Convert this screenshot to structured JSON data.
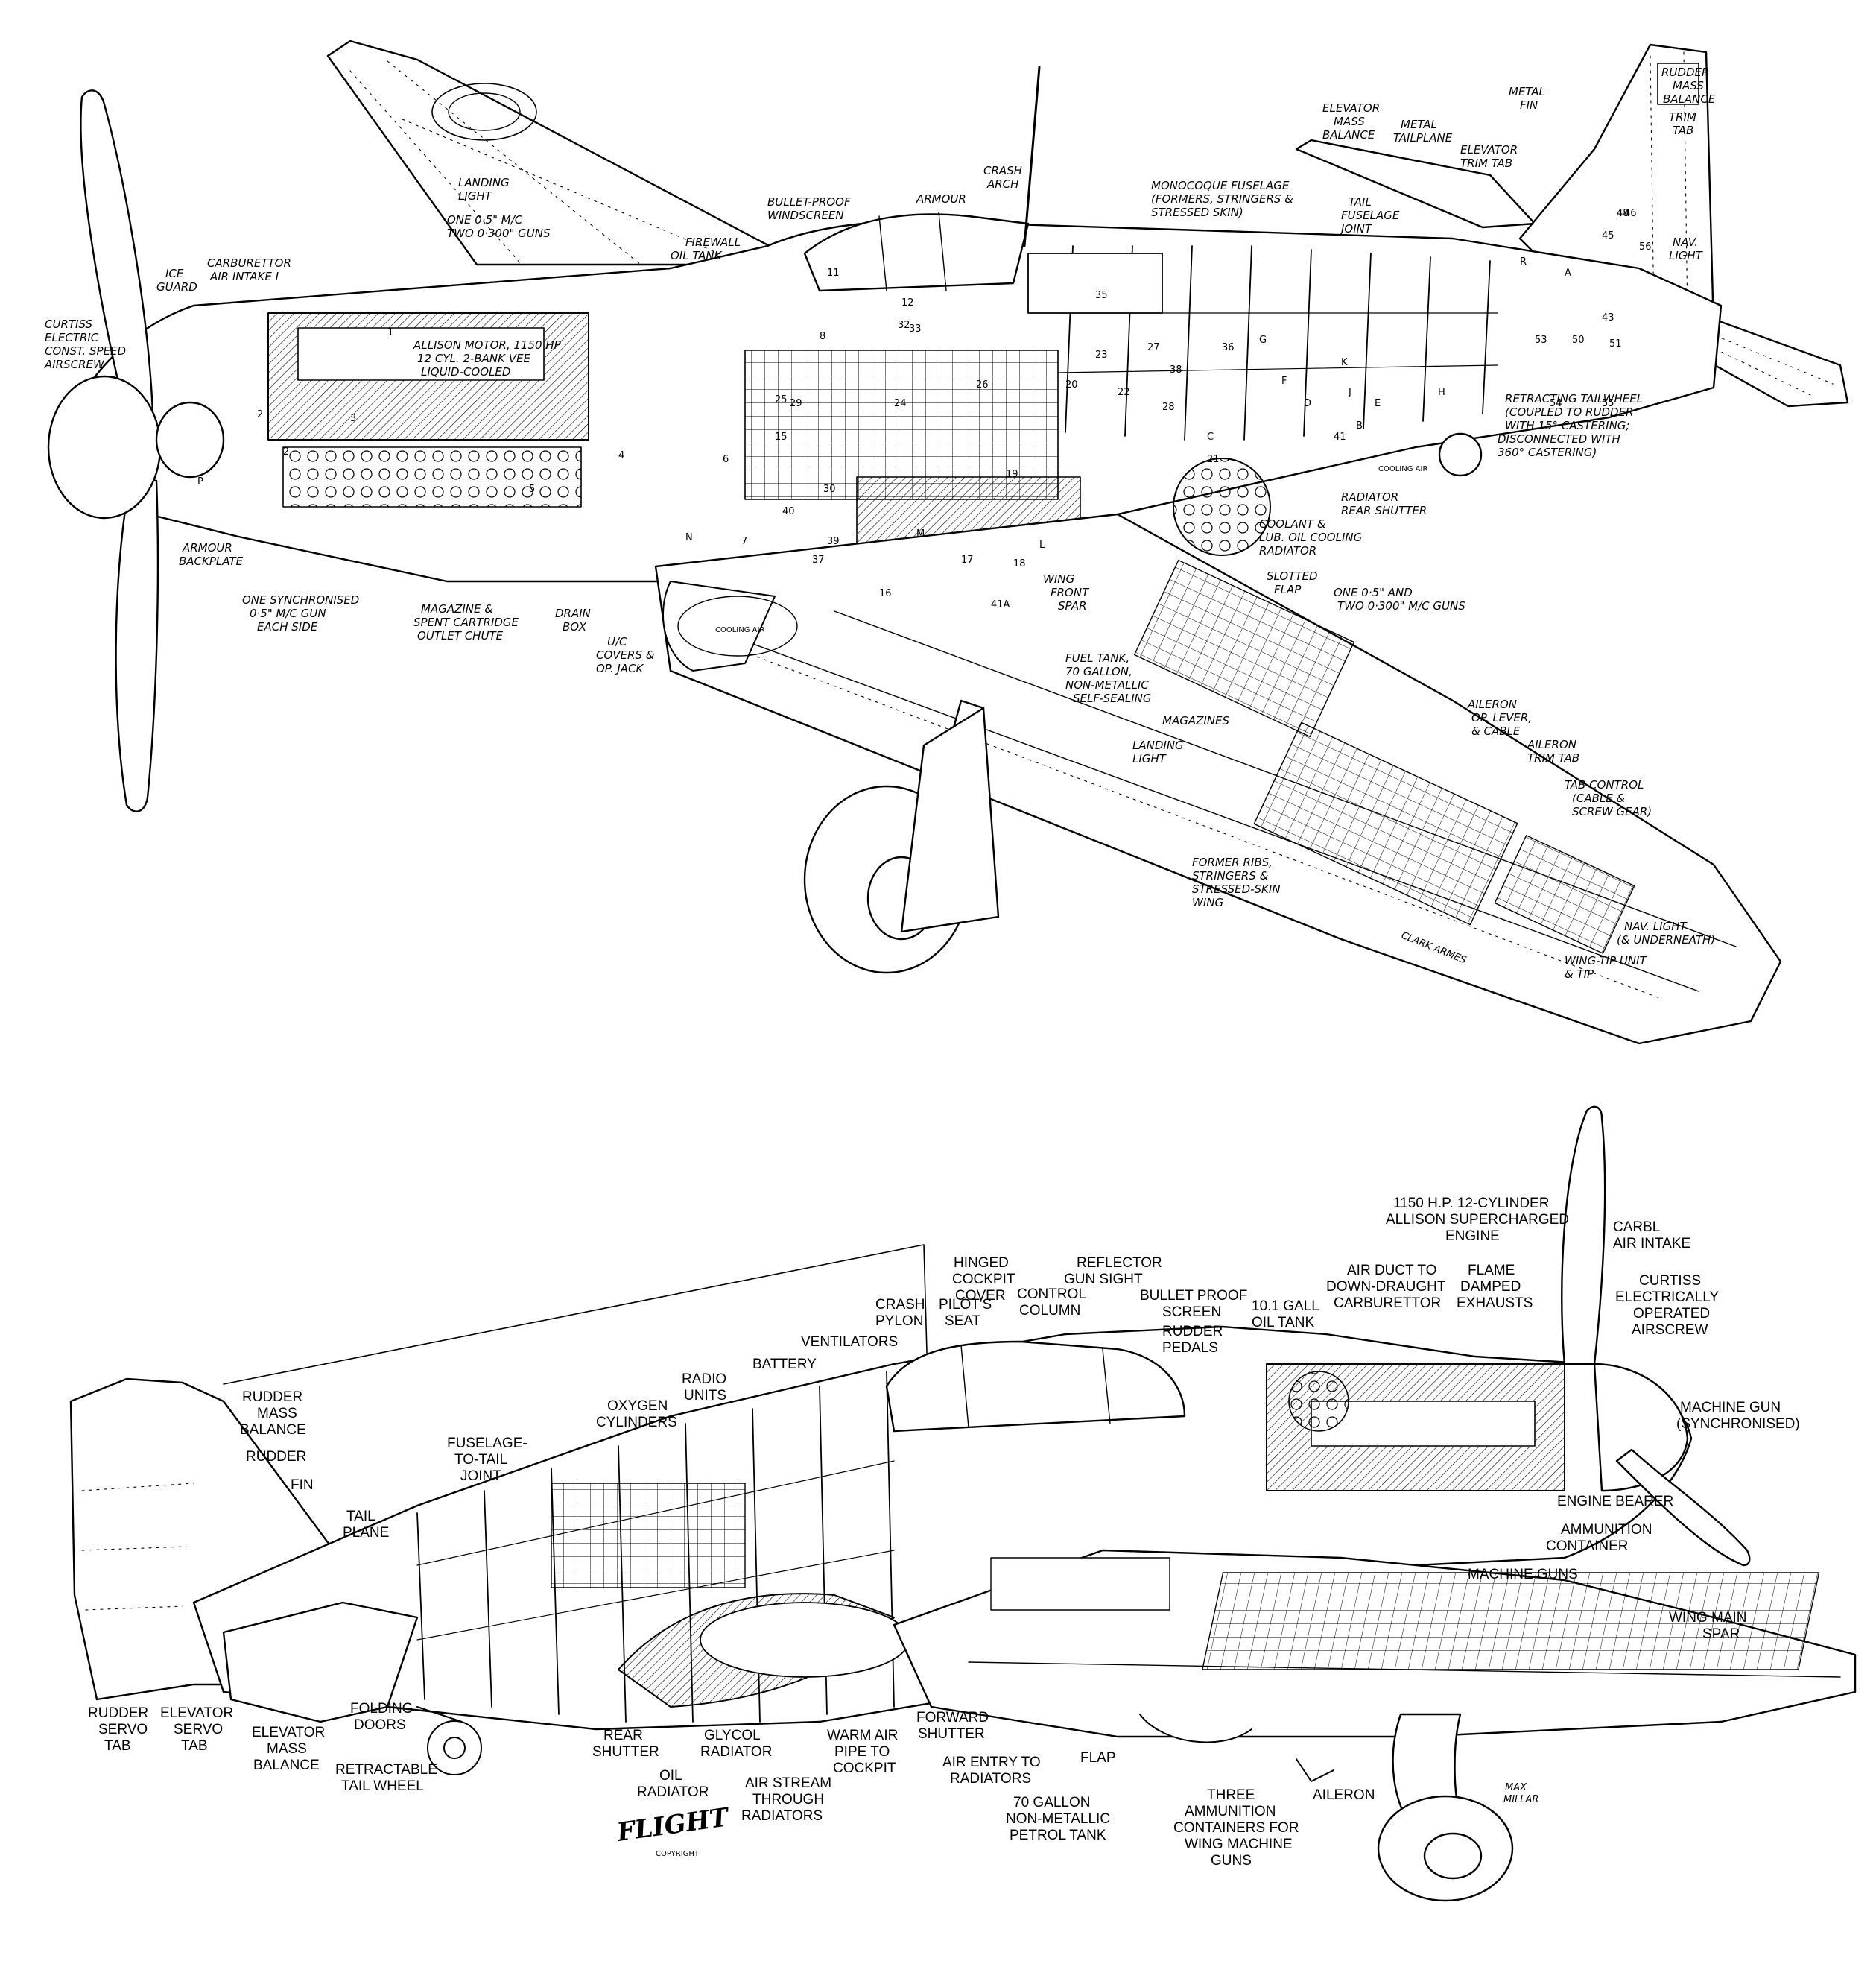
{
  "colors": {
    "ink": "#000000",
    "paper": "#ffffff",
    "shade": "#d9d9d9"
  },
  "top": {
    "labels": [
      "CURTISS",
      "ELECTRIC",
      "CONST. SPEED",
      "AIRSCREW",
      "ICE",
      "GUARD",
      "CARBURETTOR",
      "AIR INTAKE I",
      "LANDING",
      "LIGHT",
      "ONE 0·5\" M/C",
      "TWO 0·300\" GUNS",
      "ALLISON MOTOR, 1150 HP",
      "12 CYL. 2-BANK VEE",
      "LIQUID-COOLED",
      "FIREWALL",
      "OIL TANK",
      "BULLET-PROOF",
      "WINDSCREEN",
      "CRASH",
      "ARCH",
      "ARMOUR",
      "MONOCOQUE FUSELAGE",
      "(FORMERS, STRINGERS &",
      "STRESSED SKIN)",
      "TAIL",
      "FUSELAGE",
      "JOINT",
      "ELEVATOR",
      "MASS",
      "BALANCE",
      "METAL",
      "TAILPLANE",
      "ELEVATOR",
      "TRIM TAB",
      "METAL",
      "FIN",
      "RUDDER",
      "MASS",
      "BALANCE",
      "TRIM",
      "TAB",
      "NAV.",
      "LIGHT",
      "RETRACTING TAILWHEEL",
      "(COUPLED TO RUDDER",
      "WITH 15° CASTERING;",
      "DISCONNECTED WITH",
      "360° CASTERING)",
      "RADIATOR",
      "REAR SHUTTER",
      "COOLANT &",
      "LUB. OIL COOLING",
      "RADIATOR",
      "SLOTTED",
      "FLAP",
      "ONE 0·5\" AND",
      "TWO 0·300\" M/C GUNS",
      "ARMOUR",
      "BACKPLATE",
      "ONE SYNCHRONISED",
      "0·5\" M/C GUN",
      "EACH SIDE",
      "MAGAZINE &",
      "SPENT CARTRIDGE",
      "OUTLET CHUTE",
      "DRAIN",
      "BOX",
      "U/C",
      "COVERS &",
      "OP. JACK",
      "WING",
      "FRONT",
      "SPAR",
      "FUEL TANK,",
      "70 GALLON,",
      "NON-METALLIC",
      "SELF-SEALING",
      "MAGAZINES",
      "LANDING",
      "LIGHT",
      "AILERON",
      "OP. LEVER,",
      "& CABLE",
      "AILERON",
      "TRIM TAB",
      "TAB CONTROL",
      "(CABLE &",
      "SCREW GEAR)",
      "FORMER RIBS,",
      "STRINGERS &",
      "STRESSED-SKIN",
      "WING",
      "NAV. LIGHT",
      "(& UNDERNEATH)",
      "WING-TIP UNIT",
      "& TIP",
      "COOLING AIR",
      "COOLING AIR",
      "CLARK ARMES"
    ],
    "parts": [
      "1",
      "2",
      "2",
      "3",
      "4",
      "5",
      "6",
      "7",
      "8",
      "11",
      "12",
      "15",
      "16",
      "17",
      "18",
      "19",
      "20",
      "21",
      "22",
      "23",
      "24",
      "25",
      "26",
      "27",
      "28",
      "29",
      "30",
      "32",
      "33",
      "35",
      "36",
      "37",
      "38",
      "39",
      "40",
      "41",
      "41A",
      "43",
      "45",
      "46",
      "48",
      "50",
      "51",
      "53",
      "54",
      "55",
      "56",
      "A",
      "B",
      "C",
      "D",
      "E",
      "F",
      "G",
      "H",
      "J",
      "K",
      "L",
      "M",
      "N",
      "P",
      "R"
    ]
  },
  "bottom": {
    "labels": [
      "RUDDER",
      "MASS",
      "BALANCE",
      "RUDDER",
      "FIN",
      "TAIL",
      "PLANE",
      "FUSELAGE-",
      "TO-TAIL",
      "JOINT",
      "OXYGEN",
      "CYLINDERS",
      "RADIO",
      "UNITS",
      "BATTERY",
      "VENTILATORS",
      "CRASH",
      "PYLON",
      "HINGED",
      "COCKPIT",
      "COVER",
      "PILOT'S",
      "SEAT",
      "CONTROL",
      "COLUMN",
      "REFLECTOR",
      "GUN SIGHT",
      "BULLET PROOF",
      "SCREEN",
      "RUDDER",
      "PEDALS",
      "10.1 GALL",
      "OIL TANK",
      "AIR DUCT TO",
      "DOWN-DRAUGHT",
      "CARBURETTOR",
      "1150 H.P. 12-CYLINDER",
      "ALLISON SUPERCHARGED",
      "ENGINE",
      "FLAME",
      "DAMPED",
      "EXHAUSTS",
      "CARBL",
      "AIR INTAKE",
      "CURTISS",
      "ELECTRICALLY",
      "OPERATED",
      "AIRSCREW",
      "MACHINE GUN",
      "(SYNCHRONISED)",
      "ENGINE BEARER",
      "AMMUNITION",
      "CONTAINER",
      "MACHINE GUNS",
      "WING MAIN",
      "SPAR",
      "RUDDER",
      "SERVO",
      "TAB",
      "ELEVATOR",
      "SERVO",
      "TAB",
      "ELEVATOR",
      "MASS",
      "BALANCE",
      "FOLDING",
      "DOORS",
      "RETRACTABLE",
      "TAIL WHEEL",
      "REAR",
      "SHUTTER",
      "OIL",
      "RADIATOR",
      "GLYCOL",
      "RADIATOR",
      "AIR STREAM",
      "THROUGH",
      "RADIATORS",
      "WARM AIR",
      "PIPE TO",
      "COCKPIT",
      "FORWARD",
      "SHUTTER",
      "AIR ENTRY TO",
      "RADIATORS",
      "70 GALLON",
      "NON-METALLIC",
      "PETROL TANK",
      "FLAP",
      "THREE",
      "AMMUNITION",
      "CONTAINERS FOR",
      "WING MACHINE",
      "GUNS",
      "AILERON"
    ],
    "logo": "FLIGHT",
    "logo_sub": "COPYRIGHT",
    "signature": [
      "MAX",
      "MILLAR"
    ]
  }
}
